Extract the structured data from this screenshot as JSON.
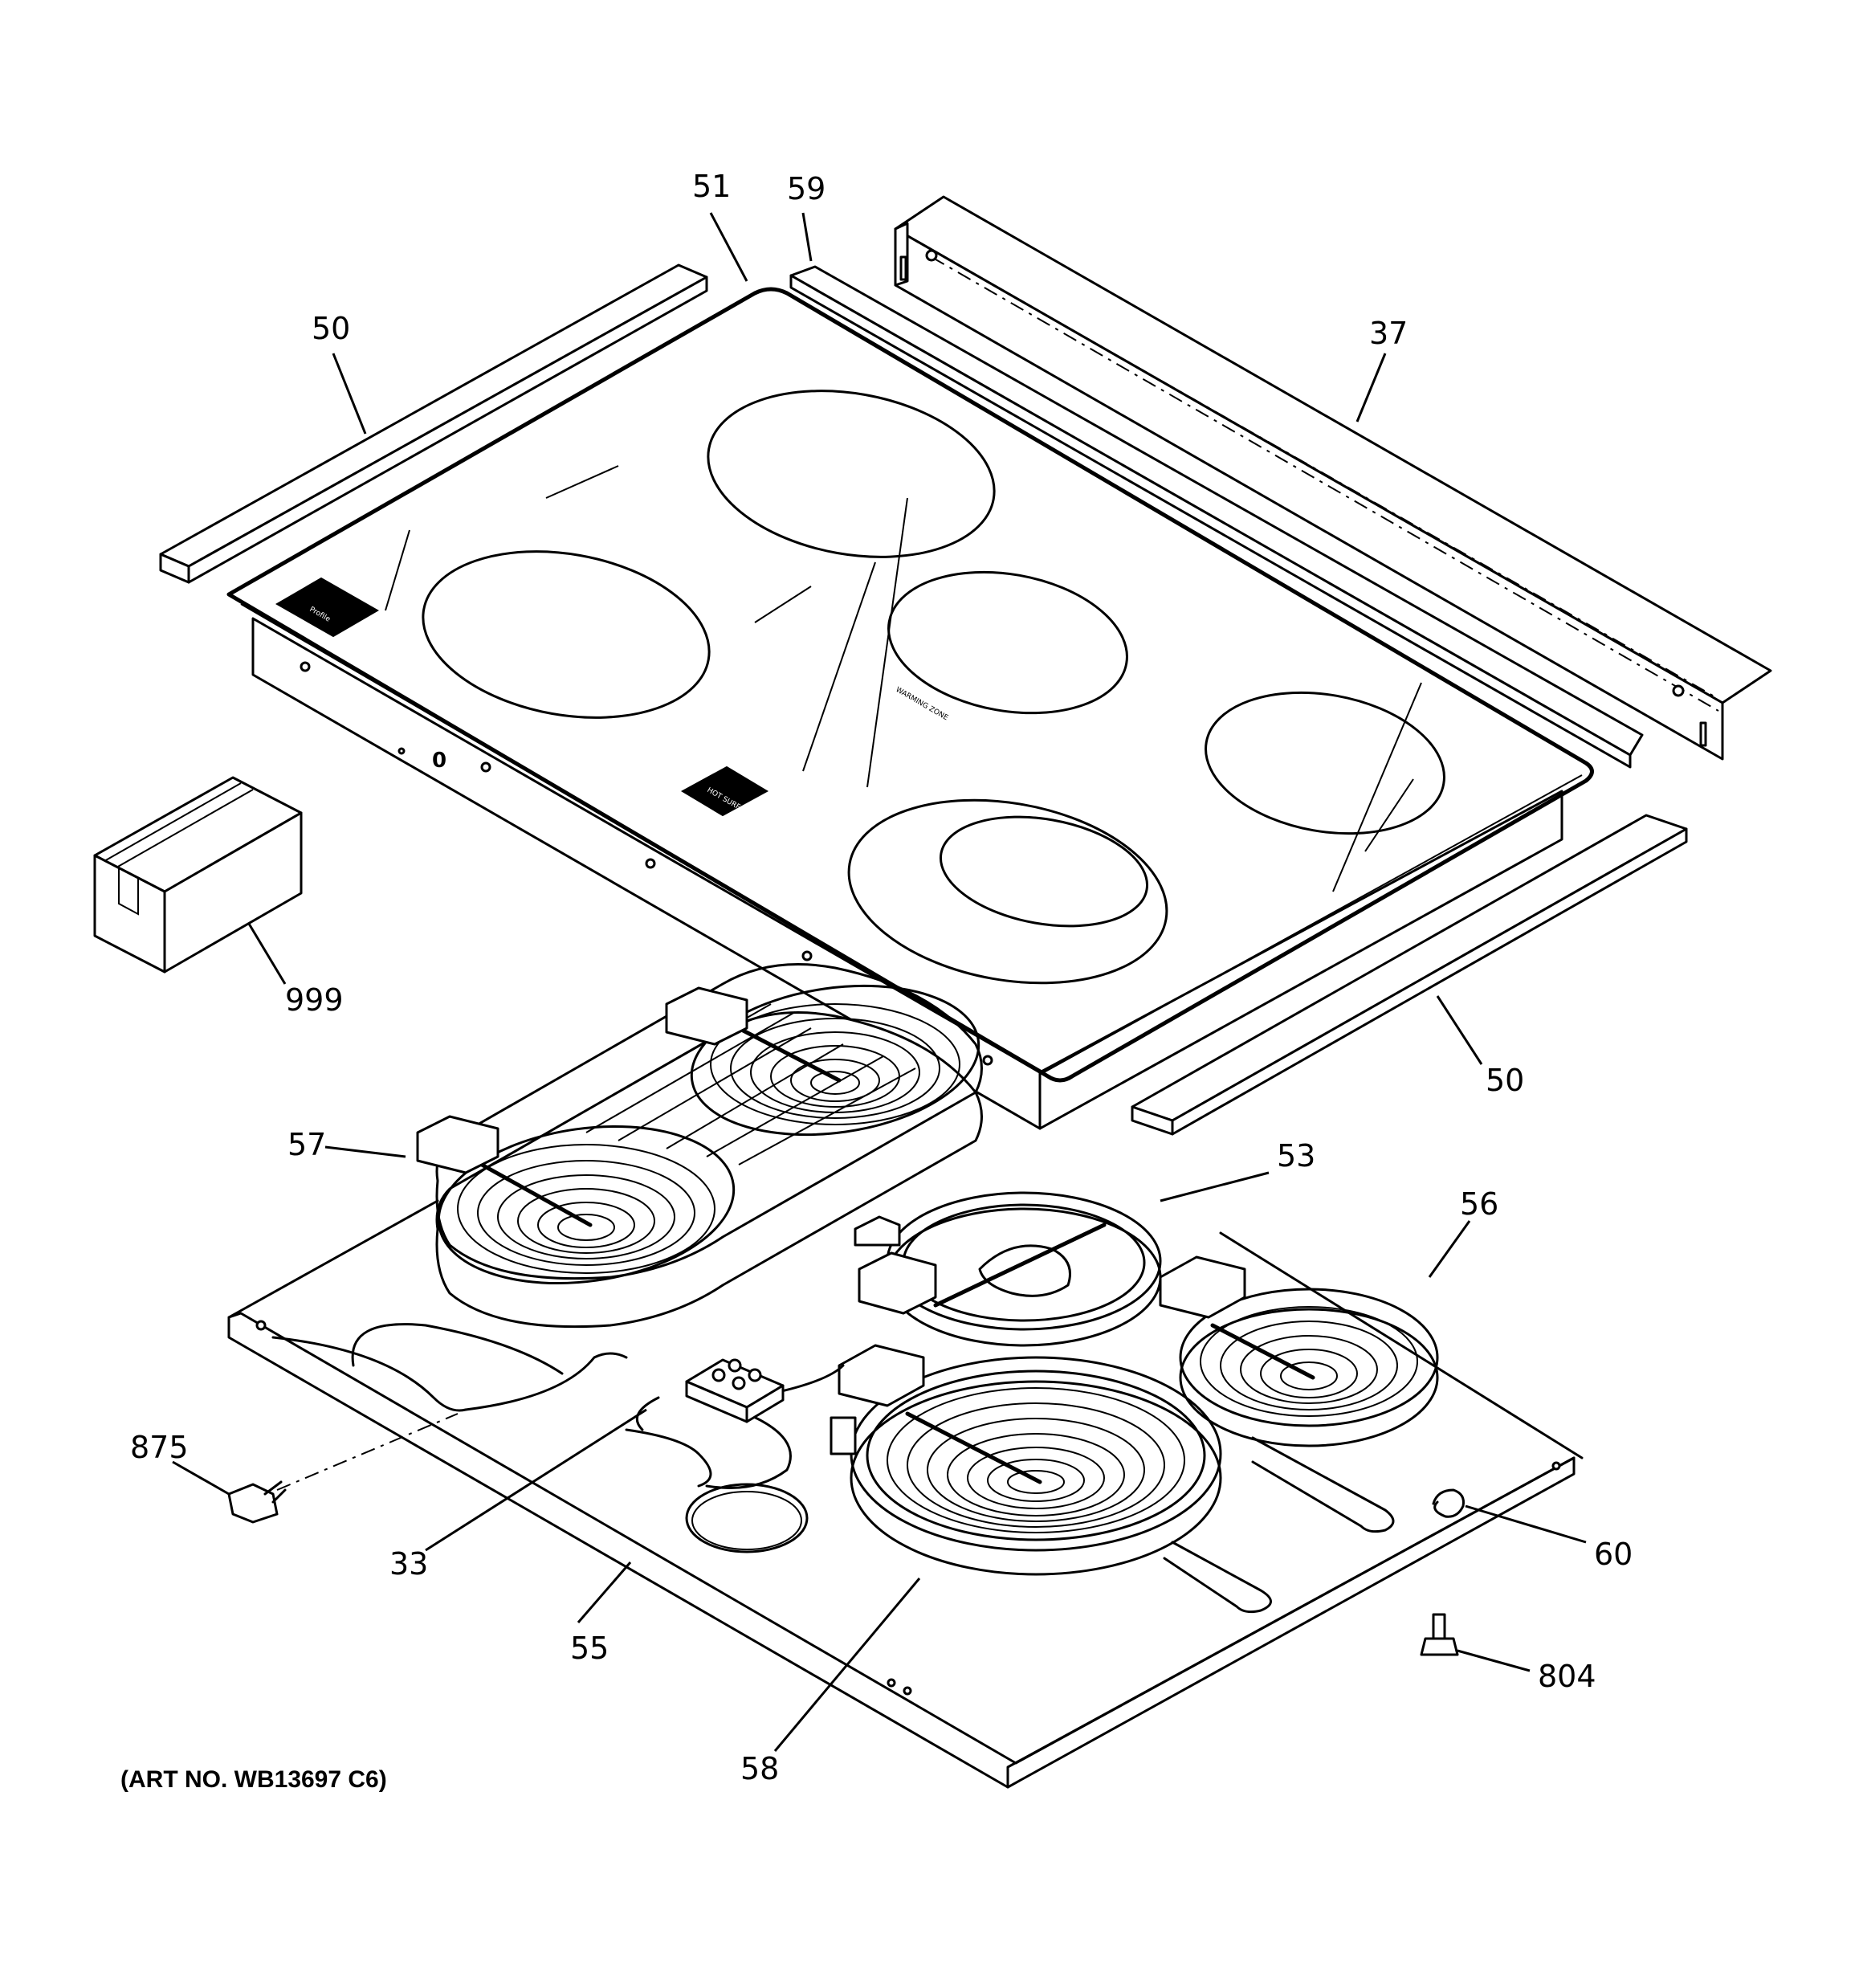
{
  "callouts": [
    {
      "id": "c51",
      "label": "51"
    },
    {
      "id": "c59",
      "label": "59"
    },
    {
      "id": "c50a",
      "label": "50"
    },
    {
      "id": "c37",
      "label": "37"
    },
    {
      "id": "c999",
      "label": "999"
    },
    {
      "id": "c50b",
      "label": "50"
    },
    {
      "id": "c57",
      "label": "57"
    },
    {
      "id": "c53",
      "label": "53"
    },
    {
      "id": "c56",
      "label": "56"
    },
    {
      "id": "c875",
      "label": "875"
    },
    {
      "id": "c33",
      "label": "33"
    },
    {
      "id": "c55",
      "label": "55"
    },
    {
      "id": "c60",
      "label": "60"
    },
    {
      "id": "c804",
      "label": "804"
    },
    {
      "id": "c58",
      "label": "58"
    }
  ],
  "art_number": "(ART NO. WB13697 C6)",
  "cooktop_markings": {
    "brand_label": "Profile",
    "knob_mark": "0",
    "hot_surface_label": "HOT SURFACE",
    "warming_zone_label": "WARMING ZONE"
  }
}
